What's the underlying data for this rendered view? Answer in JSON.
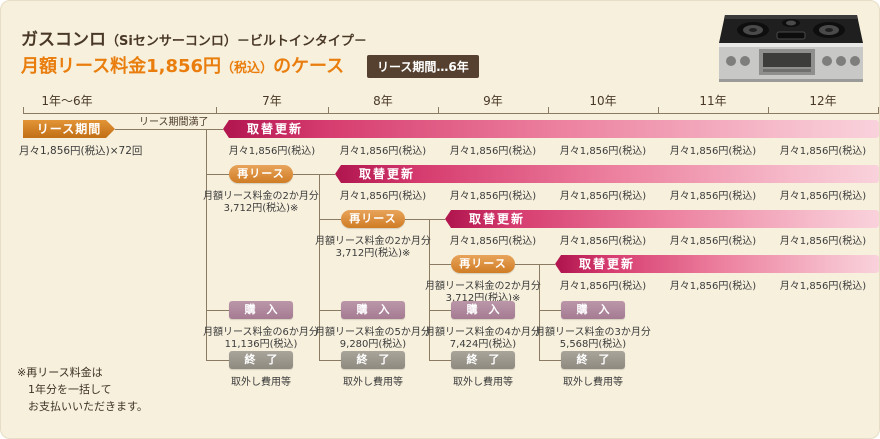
{
  "header": {
    "title_main": "ガスコンロ",
    "title_sub": "（Siセンサーコンロ）－ビルトインタイプ－",
    "subtitle_1": "月額リース料金1,856円",
    "subtitle_small": "（税込）",
    "subtitle_2": "のケース",
    "badge": "リース期間…6年"
  },
  "timeline": {
    "years": [
      "1年～6年",
      "7年",
      "8年",
      "9年",
      "10年",
      "11年",
      "12年"
    ]
  },
  "lease": {
    "pill": "リース期間",
    "detail": "月々1,856円(税込)×72回",
    "expiry": "リース期間満了"
  },
  "labels": {
    "renewal": "取替更新",
    "relend": "再リース",
    "purchase": "購　入",
    "end": "終　了",
    "monthly_fee": "月々1,856円(税込)",
    "relend_fee_1": "月額リース料金の2か月分",
    "relend_fee_2": "3,712円(税込)※",
    "removal": "取外し費用等"
  },
  "purchases": [
    {
      "line1": "月額リース料金の6か月分",
      "line2": "11,136円(税込)"
    },
    {
      "line1": "月額リース料金の5か月分",
      "line2": "9,280円(税込)"
    },
    {
      "line1": "月額リース料金の4か月分",
      "line2": "7,424円(税込)"
    },
    {
      "line1": "月額リース料金の3か月分",
      "line2": "5,568円(税込)"
    }
  ],
  "footnote": {
    "line1": "※再リース料金は",
    "line2": "　1年分を一括して",
    "line3": "　お支払いいただきます。"
  },
  "colors": {
    "background": "#f7f0dd",
    "title_brown": "#493826",
    "accent_orange": "#e97e0e",
    "badge_brown": "#564130",
    "bar_pink": "#c01a52",
    "relend_orange": "#dd8f3c",
    "purchase_mauve": "#b08da0",
    "end_gray": "#9b978d"
  }
}
